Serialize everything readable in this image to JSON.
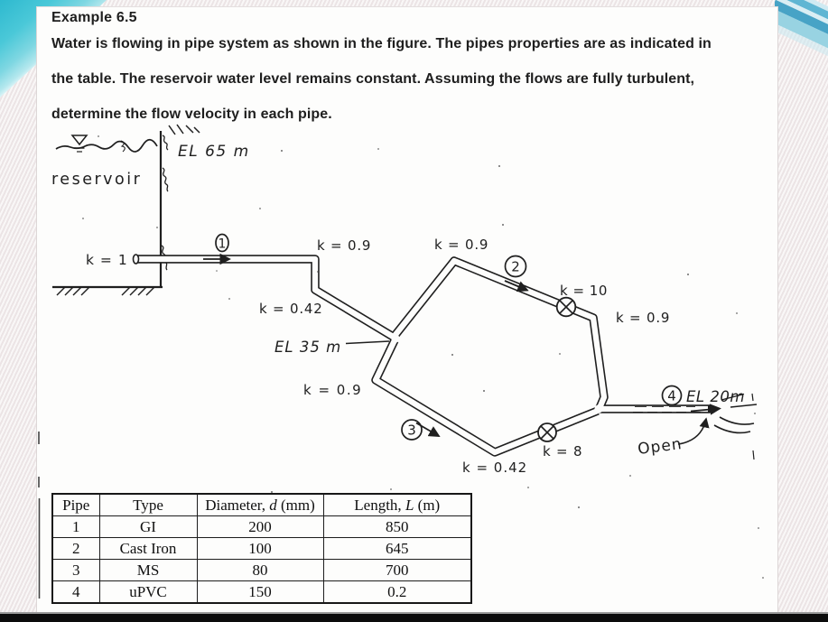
{
  "page": {
    "title": "Example 6.5",
    "body_lines": [
      "Water is flowing in pipe system as shown in the figure. The pipes properties are as indicated in",
      "the table. The reservoir water level remains constant. Assuming the flows are fully turbulent,",
      "determine the flow velocity in each pipe."
    ]
  },
  "figure": {
    "reservoir_label": "reservoir",
    "elevation_top": "EL 65 m",
    "elevation_junction": "EL 35 m",
    "elevation_outlet": "EL 20m",
    "outlet_state": "Open",
    "pipe_numbers": {
      "p1": "1",
      "p2": "2",
      "p3": "3",
      "p4": "4"
    },
    "k_values": {
      "entrance": "k = 1",
      "bend_after_pipe1": "k = 0.9",
      "pipe1_lower": "k = 0.42",
      "loop_top_corner": "k = 0.9",
      "valve_upper": "k = 10",
      "loop_right_corner": "k = 0.9",
      "loop_left_lower": "k = 0.9",
      "loop_bottom_corner": "k = 0.42",
      "valve_lower": "k = 8"
    }
  },
  "table": {
    "headers": {
      "pipe": "Pipe",
      "type": "Type",
      "diameter_pre": "Diameter, ",
      "diameter_var": "d",
      "diameter_post": " (mm)",
      "length_pre": "Length, ",
      "length_var": "L",
      "length_post": " (m)"
    },
    "rows": [
      [
        "1",
        "GI",
        "200",
        "850"
      ],
      [
        "2",
        "Cast Iron",
        "100",
        "645"
      ],
      [
        "3",
        "MS",
        "80",
        "700"
      ],
      [
        "4",
        "uPVC",
        "150",
        "0.2"
      ]
    ]
  },
  "colors": {
    "accent_teal": "#3ebfd2",
    "stripe_blue_dark": "#47a3c6",
    "stripe_blue_mid": "#5fb6d3",
    "stripe_blue_light": "#c9e9f2",
    "background_pink": "#f2eded",
    "ink": "#1f1f1f",
    "bottom_bar": "#0c0c0c"
  }
}
